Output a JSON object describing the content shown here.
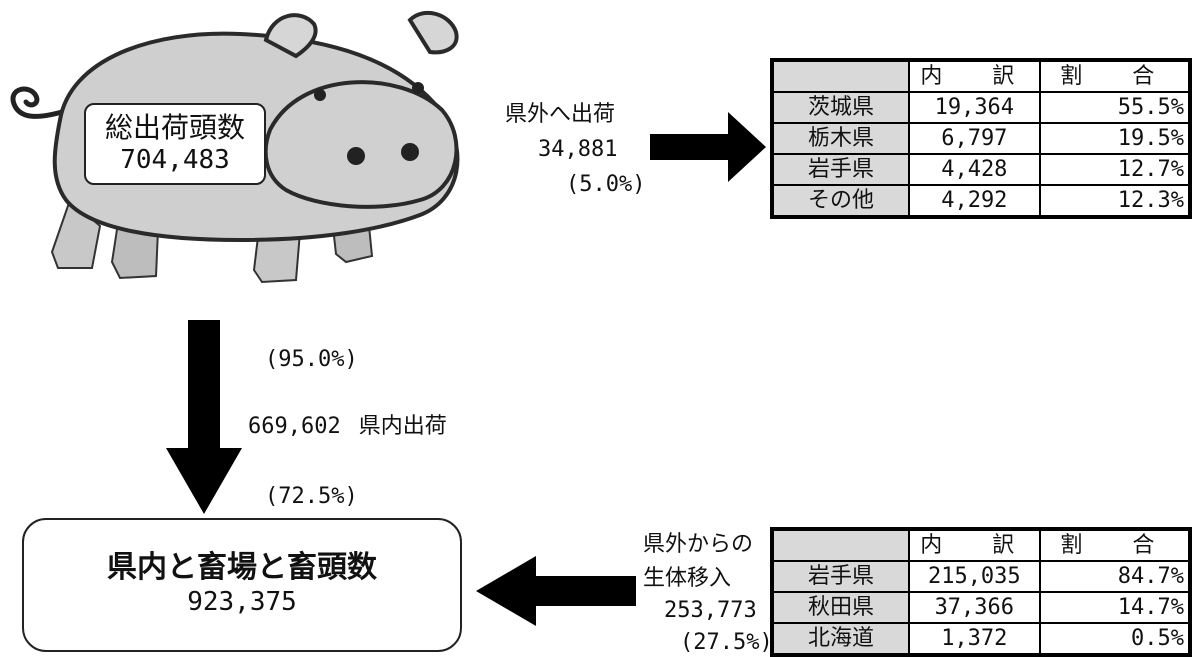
{
  "total": {
    "title": "総出荷頭数",
    "value": "704,483"
  },
  "outbound": {
    "label": "県外へ出荷",
    "value": "34,881",
    "pct": "(5.0%)"
  },
  "outbound_table": {
    "headers": [
      "内　訳",
      "割　合"
    ],
    "rows": [
      {
        "name": "茨城県",
        "value": "19,364",
        "pct": "55.5%"
      },
      {
        "name": "栃木県",
        "value": "6,797",
        "pct": "19.5%"
      },
      {
        "name": "岩手県",
        "value": "4,428",
        "pct": "12.7%"
      },
      {
        "name": "その他",
        "value": "4,292",
        "pct": "12.3%"
      }
    ]
  },
  "in_pref": {
    "pct_top": "(95.0%)",
    "value": "669,602",
    "label": "県内出荷",
    "pct_bottom": "(72.5%)"
  },
  "destination": {
    "title": "県内と畜場と畜頭数",
    "value": "923,375"
  },
  "inbound": {
    "label_line1": "県外からの",
    "label_line2": "生体移入",
    "value": "253,773",
    "pct": "(27.5%)"
  },
  "inbound_table": {
    "headers": [
      "内　訳",
      "割　合"
    ],
    "rows": [
      {
        "name": "岩手県",
        "value": "215,035",
        "pct": "84.7%"
      },
      {
        "name": "秋田県",
        "value": "37,366",
        "pct": "14.7%"
      },
      {
        "name": "北海道",
        "value": "1,372",
        "pct": "0.5%"
      }
    ]
  }
}
